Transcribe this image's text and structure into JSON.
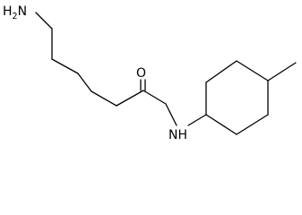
{
  "atoms": {
    "amine": {
      "element": "N",
      "hydrogens": "2",
      "label_prefix": "H",
      "label_suffix": "N"
    },
    "carbonyl_oxygen": {
      "element": "O",
      "label": "O"
    },
    "amide_nitrogen": {
      "element": "N",
      "label": "NH"
    }
  },
  "structure": {
    "chain_carbons": 6,
    "ring_size": 6,
    "substituent": "methyl",
    "bond_color": "#000000",
    "label_color": "#000000"
  }
}
